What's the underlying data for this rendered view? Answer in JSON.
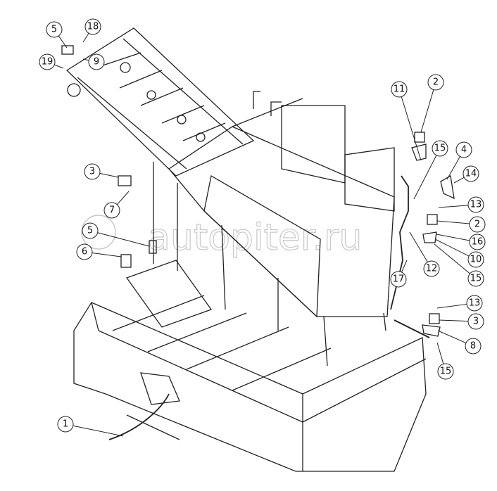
{
  "diagram": {
    "watermark": "autopiter.ru",
    "callouts": [
      "5",
      "18",
      "19",
      "9",
      "3",
      "7",
      "5",
      "6",
      "11",
      "2",
      "15",
      "4",
      "14",
      "13",
      "2",
      "16",
      "10",
      "15",
      "12",
      "17",
      "13",
      "3",
      "8",
      "15",
      "1"
    ]
  }
}
